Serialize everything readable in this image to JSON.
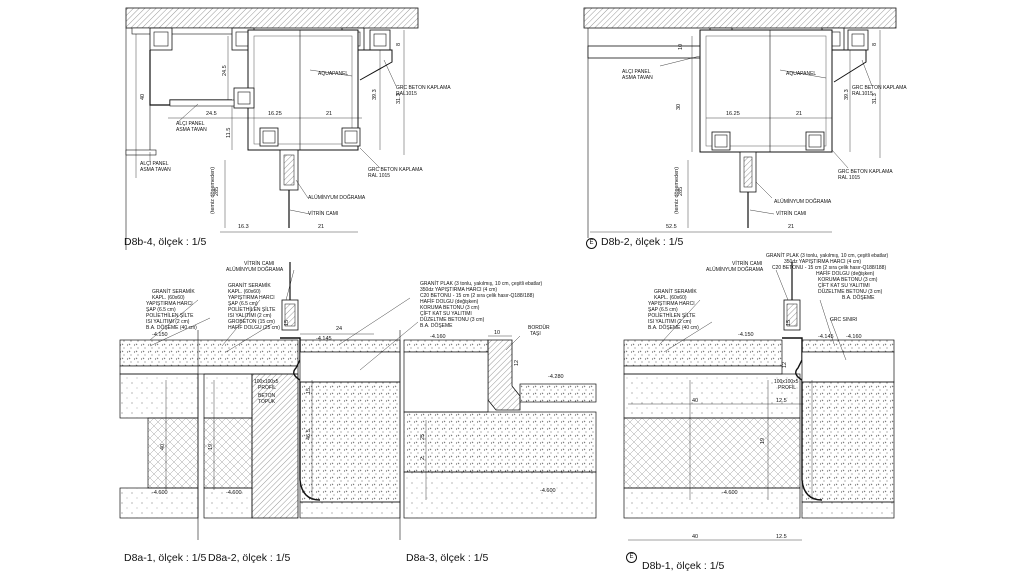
{
  "captions": {
    "d8b4": "D8b-4, ölçek : 1/5",
    "d8b2": "D8b-2, ölçek : 1/5",
    "d8a1": "D8a-1, ölçek : 1/5",
    "d8a2": "D8a-2, ölçek : 1/5",
    "d8a3": "D8a-3, ölçek : 1/5",
    "d8b1": "D8b-1, ölçek : 1/5"
  },
  "section_marker": "E",
  "notes_top_left": {
    "aquapanel": "AQUAPANEL",
    "grc_top_1": "GRC BETON KAPLAMA",
    "grc_top_2": "RAL1015",
    "alci_panel_1": "ALÇI PANEL",
    "alci_panel_2": "ASMA TAVAN",
    "alci_panel_b1": "ALÇI PANEL",
    "alci_panel_b2": "ASMA TAVAN",
    "grc_bottom_1": "GRC BETON KAPLAMA",
    "grc_bottom_2": "RAL 1015",
    "aluminyum": "ALÜMİNYUM DOĞRAMA",
    "vitrin": "VİTRİN CAMI",
    "temiz": "(temiz döşemeden)"
  },
  "dims_top_left": {
    "d40": "40",
    "d24_5a": "24.5",
    "d24_5b": "24.5",
    "d11_5": "11.5",
    "d16_25": "16.25",
    "d21": "21",
    "d39_3": "39.3",
    "d31_3": "31.3",
    "d8": "8",
    "d285": "285",
    "d16_3": "16.3",
    "d21b": "21"
  },
  "notes_top_right": {
    "aquapanel": "AQUAPANEL",
    "alci_1": "ALÇI PANEL",
    "alci_2": "ASMA TAVAN",
    "grc_top_1": "GRC BETON KAPLAMA",
    "grc_top_2": "RAL1015",
    "grc_bottom_1": "GRC BETON KAPLAMA",
    "grc_bottom_2": "RAL 1015",
    "aluminyum": "ALÜMİNYUM DOĞRAMA",
    "vitrin": "VİTRİN CAMI",
    "temiz": "(temiz döşemeden)"
  },
  "dims_top_right": {
    "d10": "10",
    "d30": "30",
    "d16_25": "16.25",
    "d21": "21",
    "d39_3": "39.3",
    "d31_3": "31.3",
    "d8": "8",
    "d285": "285",
    "d52_5": "52.5",
    "d21b": "21"
  },
  "notes_bottom_left": {
    "vitrin": "VİTRİN CAMI",
    "aluminyum": "ALÜMİNYUM DOĞRAMA",
    "l1": "GRANİT SERAMİK",
    "l2": "KAPL. (60x60)",
    "l3": "YAPIŞTIRMA HARCI",
    "l4": "ŞAP (6.5 cm)",
    "l5": "POLİETHİLEN ŞİLTE",
    "l6": "ISI YALITIMI (2 cm)",
    "l7": "B.A. DÖŞEME (40 cm)",
    "m1": "GRANİT SERAMİK",
    "m2": "KAPL. (60x60)",
    "m3": "YAPIŞTIRMA HARCI",
    "m4": "ŞAP (6.5 cm)",
    "m5": "POLİETHİLEN ŞİLTE",
    "m6": "ISI YALITIMI (2 cm)",
    "m7": "GROBETON (15 cm)",
    "m8": "HAFİF DOLGU (25 cm)",
    "r1": "GRANİT PLAK (3 tonlu, yakılmış, 10 cm, çeşitli ebatlar)",
    "r2": "350dz YAPIŞTIRMA HARCI (4 cm)",
    "r3": "C20 BETONU - 15 cm (2 sıra çelik hasır-Q188/188)",
    "r4": "HAFİF DOLGU (değişken)",
    "r5": "KORUMA BETONU (3 cm)",
    "r6": "ÇİFT KAT SU YALITIMI",
    "r7": "DÜZELTME BETONU (3 cm)",
    "r8": "B.A. DÖŞEME",
    "bordur_1": "BORDÜR",
    "bordur_2": "TAŞI",
    "profil_1": "100x100x5",
    "profil_2": "PROFİL",
    "beton_1": "BETON",
    "beton_2": "TOPUK",
    "lvl_a": "-4.150",
    "lvl_b": "-4.145",
    "lvl_c": "-4.160",
    "lvl_d": "-4.280",
    "lvl_e": "-4.600",
    "lvl_f": "-4.600",
    "lvl_g": "-4.600"
  },
  "dims_bottom_left": {
    "d24": "24",
    "d10": "10",
    "d12": "12",
    "d15": "15",
    "d40": "40",
    "d19": "19",
    "d46_5": "46.5",
    "d15b": "15",
    "d2": "2",
    "d25": "25"
  },
  "notes_bottom_right": {
    "vitrin": "VİTRİN CAMI",
    "aluminyum": "ALÜMİNYUM DOĞRAMA",
    "l1": "GRANİT SERAMİK",
    "l2": "KAPL. (60x60)",
    "l3": "YAPIŞTIRMA HARCI",
    "l4": "ŞAP (6.5 cm)",
    "l5": "POLİETHİLEN ŞİLTE",
    "l6": "ISI YALITIMI (2 cm)",
    "l7": "B.A. DÖŞEME (40 cm)",
    "r1": "GRANİT PLAK (3 tonlu, yakılmış, 10 cm, çeşitli ebatlar)",
    "r2": "350dz YAPIŞTIRMA HARCI (4 cm)",
    "r3": "C20 BETONU - 15 cm (2 sıra çelik hasır-Q188/188)",
    "r4": "HAFİF DOLGU (değişken)",
    "r5": "KORUMA BETONU (3 cm)",
    "r6": "ÇİFT KAT SU YALITIMI",
    "r7": "DÜZELTME BETONU (3 cm)",
    "r8": "B.A. DÖŞEME",
    "grc_siniri": "GRC SINIRI",
    "profil_1": "100x100x5",
    "profil_2": "PROFİL",
    "lvl_a": "-4.150",
    "lvl_b": "-4.145",
    "lvl_c": "-4.160",
    "lvl_e": "-4.600"
  },
  "dims_bottom_right": {
    "d15": "15",
    "d12": "12",
    "d40": "40",
    "d12_5": "12.5",
    "d40b": "40",
    "d19": "19",
    "d12_5b": "12.5"
  }
}
